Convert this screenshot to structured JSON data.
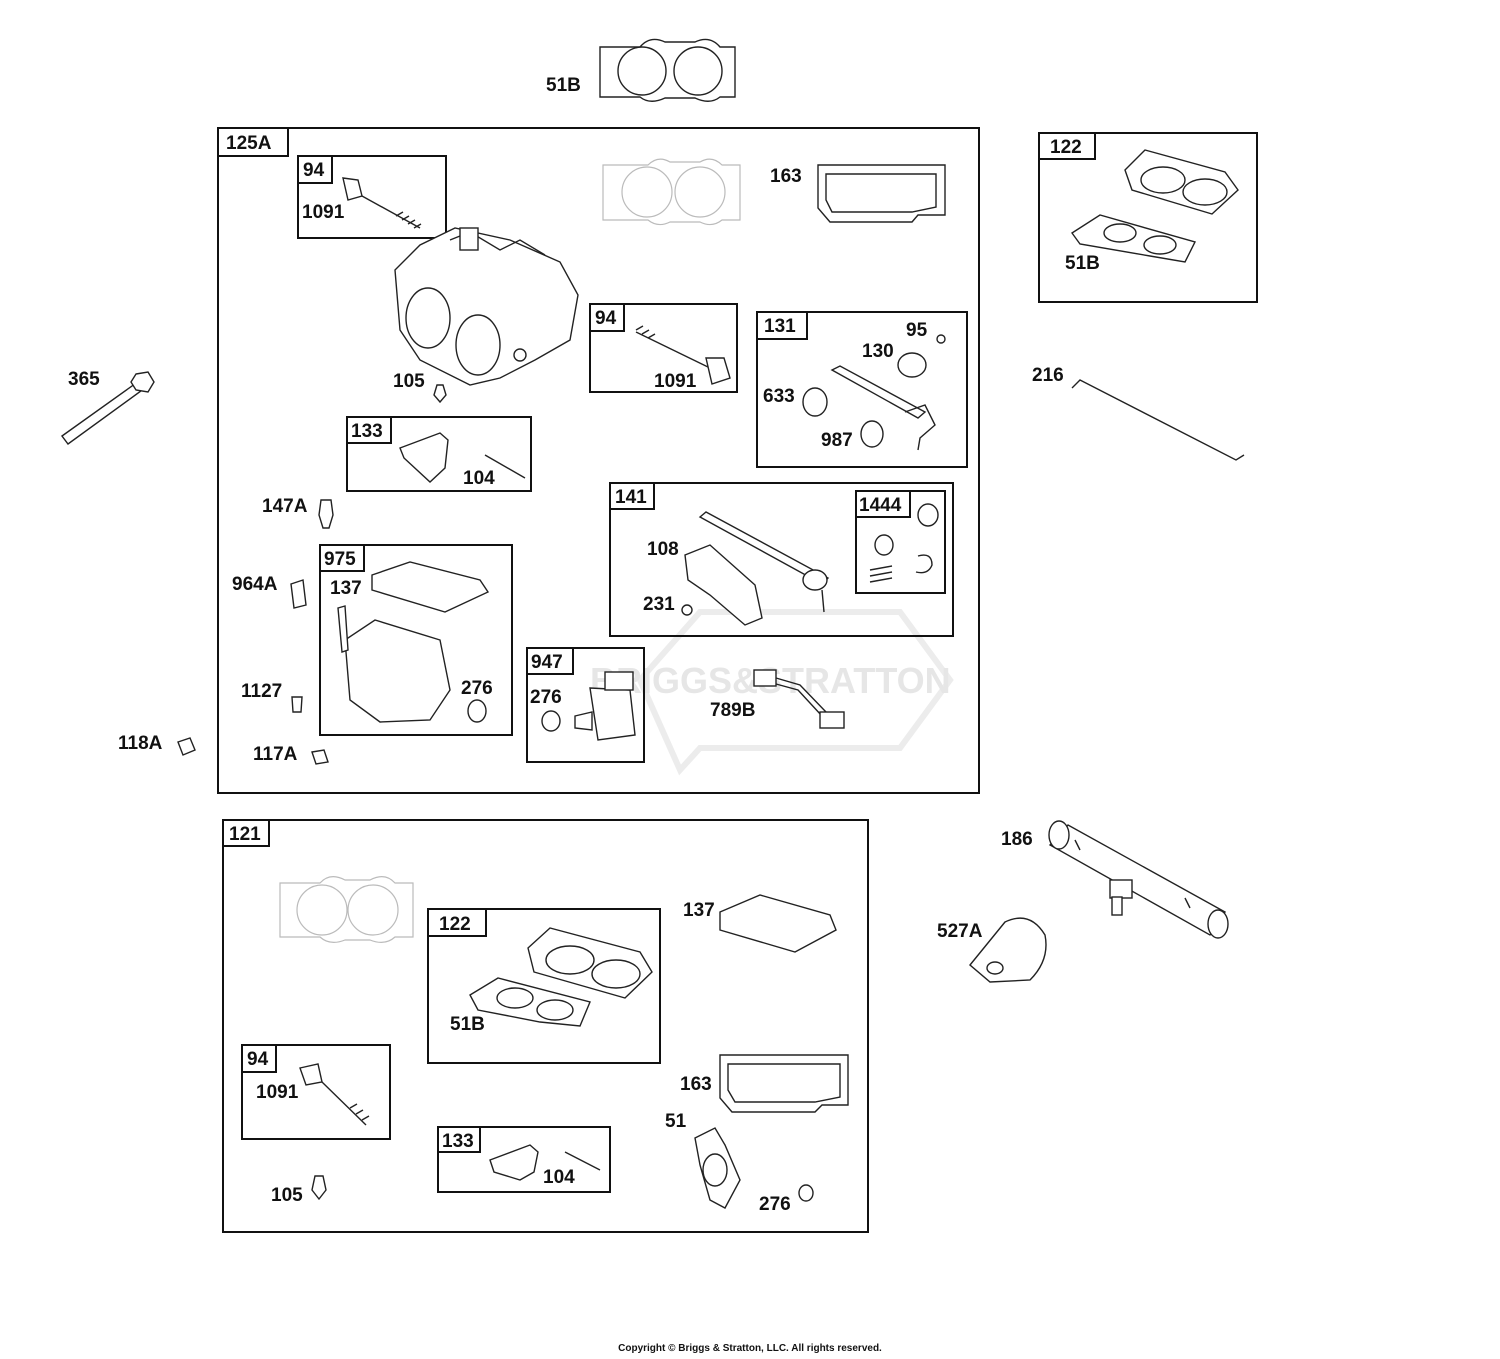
{
  "watermark": "BRIGGS&STRATTON",
  "copyright": "Copyright © Briggs & Stratton, LLC. All rights reserved.",
  "groups": {
    "g125A": "125A",
    "g94a": "94",
    "g94b": "94",
    "g131": "131",
    "g133a": "133",
    "g141": "141",
    "g1444": "1444",
    "g975": "975",
    "g947": "947",
    "g122a": "122",
    "g121": "121",
    "g122b": "122",
    "g94c": "94",
    "g133b": "133"
  },
  "labels": {
    "l51B_top": "51B",
    "l163_a": "163",
    "l1091_a": "1091",
    "l105_a": "105",
    "l1091_b": "1091",
    "l95": "95",
    "l130": "130",
    "l633": "633",
    "l987": "987",
    "l104_a": "104",
    "l147A": "147A",
    "l108": "108",
    "l231": "231",
    "l964A": "964A",
    "l137_a": "137",
    "l276_a": "276",
    "l1127": "1127",
    "l276_b": "276",
    "l789B": "789B",
    "l118A": "118A",
    "l117A": "117A",
    "l365": "365",
    "l216": "216",
    "l51B_b": "51B",
    "l186": "186",
    "l527A": "527A",
    "l137_b": "137",
    "l51B_c": "51B",
    "l163_b": "163",
    "l1091_c": "1091",
    "l51": "51",
    "l104_b": "104",
    "l105_b": "105",
    "l276_c": "276"
  }
}
